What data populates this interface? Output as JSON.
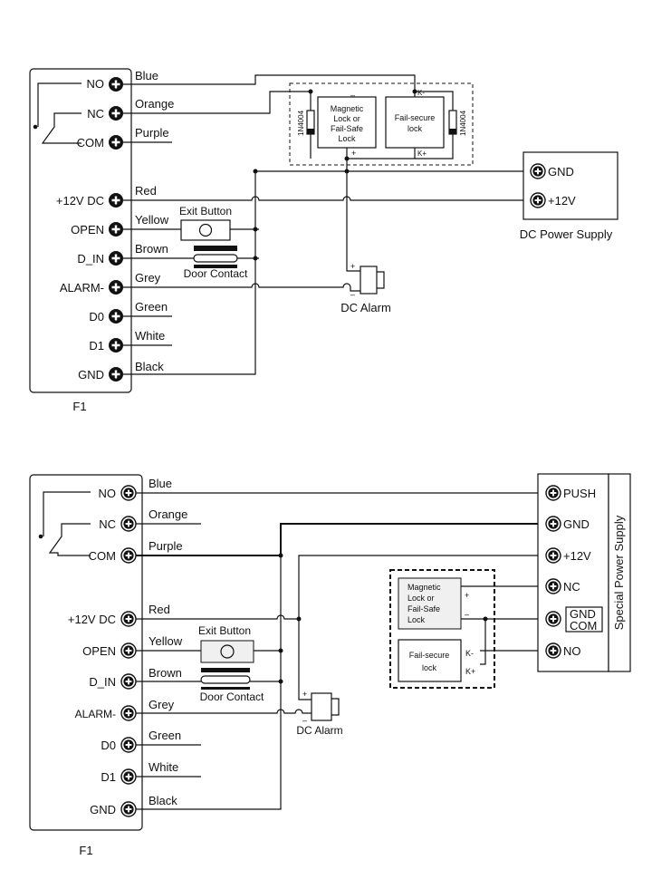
{
  "diagram1": {
    "controller_label": "F1",
    "terminals": [
      "NO",
      "NC",
      "COM",
      "+12V DC",
      "OPEN",
      "D_IN",
      "ALARM-",
      "D0",
      "D1",
      "GND"
    ],
    "wires": [
      "Blue",
      "Orange",
      "Purple",
      "Red",
      "Yellow",
      "Brown",
      "Grey",
      "Green",
      "White",
      "Black"
    ],
    "exit_button": "Exit Button",
    "door_contact": "Door Contact",
    "mag_lock": [
      "Magnetic",
      "Lock or",
      "Fail-Safe",
      "Lock"
    ],
    "failsecure": [
      "Fail-secure",
      "lock"
    ],
    "diode": "1N4004",
    "minus": "–",
    "plus": "+",
    "k_minus": "K-",
    "k_plus": "K+",
    "alarm": "DC  Alarm",
    "psu": {
      "gnd": "GND",
      "v12": "+12V",
      "label": "DC Power Supply"
    }
  },
  "diagram2": {
    "controller_label": "F1",
    "terminals": [
      "NO",
      "NC",
      "COM",
      "+12V DC",
      "OPEN",
      "D_IN",
      "ALARM-",
      "D0",
      "D1",
      "GND"
    ],
    "wires": [
      "Blue",
      "Orange",
      "Purple",
      "Red",
      "Yellow",
      "Brown",
      "Grey",
      "Green",
      "White",
      "Black"
    ],
    "exit_button": "Exit Button",
    "door_contact": "Door Contact",
    "alarm": "DC Alarm",
    "mag_lock": [
      "Magnetic",
      "Lock or",
      "Fail-Safe",
      "Lock"
    ],
    "failsecure": [
      "Fail-secure",
      "lock"
    ],
    "plus": "+",
    "minus": "–",
    "k_minus": "K-",
    "k_plus": "K+",
    "psu": {
      "label": "Special Power Supply",
      "push": "PUSH",
      "gnd": "GND",
      "v12": "+12V",
      "nc": "NC",
      "gndcom_a": "GND",
      "gndcom_b": "COM",
      "no": "NO"
    }
  }
}
